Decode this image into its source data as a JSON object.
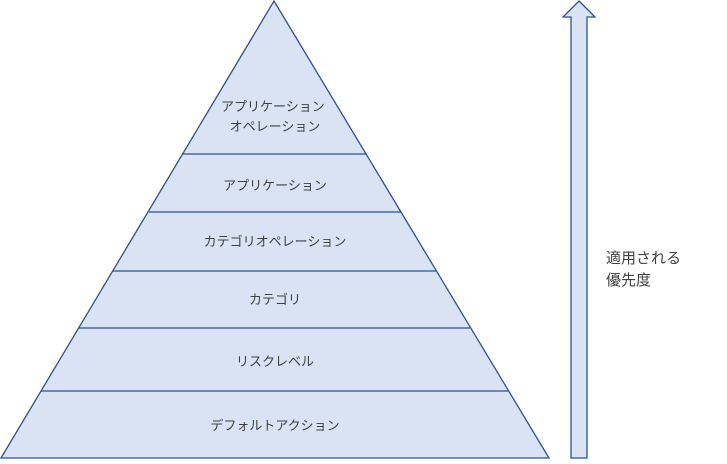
{
  "pyramid": {
    "fill": "#dae3f3",
    "stroke": "#2f528f",
    "layers": [
      {
        "lines": [
          "アプリケーション",
          "オペレーション"
        ]
      },
      {
        "lines": [
          "アプリケーション"
        ]
      },
      {
        "lines": [
          "カテゴリオペレーション"
        ]
      },
      {
        "lines": [
          "カテゴリ"
        ]
      },
      {
        "lines": [
          "リスクレベル"
        ]
      },
      {
        "lines": [
          "デフォルトアクション"
        ]
      }
    ]
  },
  "priority_arrow": {
    "direction": "up",
    "label_lines": [
      "適用される",
      "優先度"
    ]
  }
}
